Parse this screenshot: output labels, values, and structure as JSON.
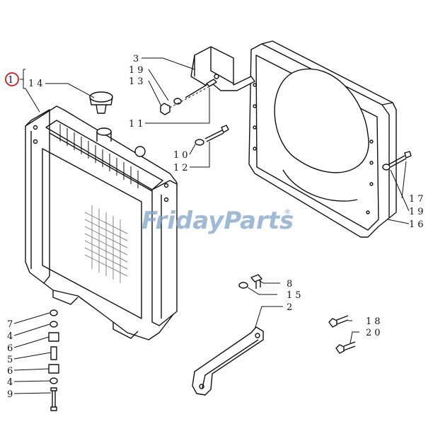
{
  "diagram": {
    "watermark": {
      "part1": "Friday",
      "part2": "Parts",
      "reg": "®"
    },
    "callouts": [
      "1",
      "14",
      "3",
      "19",
      "13",
      "11",
      "10",
      "12",
      "17",
      "19",
      "16",
      "8",
      "15",
      "2",
      "18",
      "20",
      "7",
      "4",
      "6",
      "5",
      "6",
      "4",
      "9"
    ]
  },
  "colors": {
    "line": "#111111",
    "watermark": "#7fa3c9",
    "highlight_circle": "#cc1a1a"
  }
}
